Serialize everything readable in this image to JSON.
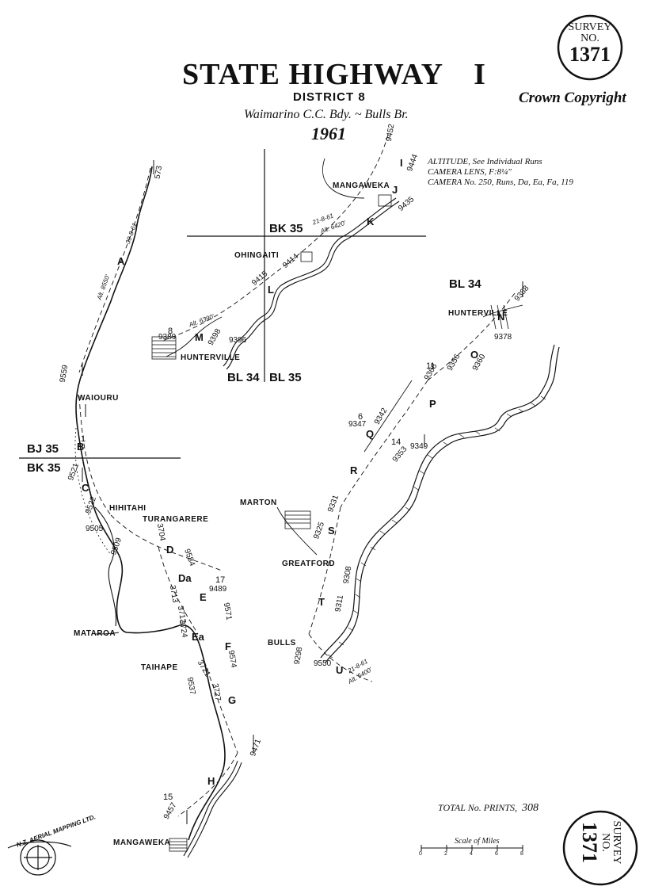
{
  "header": {
    "title": "STATE HIGHWAY",
    "title_number": "I",
    "district": "DISTRICT 8",
    "subtitle": "Waimarino C.C. Bdy. ~ Bulls Br.",
    "year": "1961"
  },
  "copyright": "Crown Copyright",
  "survey_stamp": {
    "word": "SURVEY",
    "abbrev": "NO.",
    "number": "1371"
  },
  "camera_note": {
    "line1": "ALTITUDE, See Individual Runs",
    "line2": "CAMERA LENS, F:8¼\"",
    "line3": "CAMERA No. 250, Runs, Da, Ea, Fa, 119"
  },
  "sheets": {
    "bk35_top": "BK 35",
    "bl34_left": "BL 34",
    "bl35": "BL 35",
    "bl34_right": "BL 34",
    "bj35": "BJ 35",
    "bk35_left": "BK 35"
  },
  "towns": {
    "mangaweka_top": "MANGAWEKA",
    "ohingaiti": "OHINGAITI",
    "hunterville_left": "HUNTERVILLE",
    "hunterville_right": "HUNTERVILLE",
    "waiouru": "WAIOURU",
    "hihitahi": "HIHITAHI",
    "turangarere": "TURANGARERE",
    "marton": "MARTON",
    "greatford": "GREATFORD",
    "mataroa": "MATAROA",
    "taihape": "TAIHAPE",
    "bulls": "BULLS",
    "mangaweka_bottom": "MANGAWEKA"
  },
  "run_letters": {
    "A": "A",
    "B": "B",
    "C": "C",
    "D": "D",
    "Da": "Da",
    "E": "E",
    "Ea": "Ea",
    "F": "F",
    "G": "G",
    "H": "H",
    "I": "I",
    "J": "J",
    "K": "K",
    "L": "L",
    "M": "M",
    "N": "N",
    "O": "O",
    "P": "P",
    "Q": "Q",
    "R": "R",
    "S": "S",
    "T": "T",
    "U": "U"
  },
  "photo_numbers": {
    "n9452": "9452",
    "n9444": "9444",
    "n9435": "9435",
    "n573": "573",
    "n9414": "9414",
    "n9415": "9415",
    "n9389": "9389",
    "n9396": "9396",
    "n9398": "9398",
    "n9388": "9388",
    "n9378": "9378",
    "n9368": "9368",
    "n9356": "9356",
    "n9360": "9360",
    "n9347": "9347",
    "n9342": "9342",
    "n9353": "9353",
    "n9349": "9349",
    "n9559": "9559",
    "n9521": "9521",
    "n9522": "9522",
    "n9505": "9505",
    "n9509": "9509",
    "n3704": "3704",
    "n9584": "9584",
    "n9489": "9489",
    "n3713": "3713",
    "n3712": "3712",
    "n3724": "3724",
    "n9571": "9571",
    "n9574": "9574",
    "n3721": "3721",
    "n3727": "3727",
    "n9537": "9537",
    "n9331": "9331",
    "n9325": "9325",
    "n9308": "9308",
    "n9311": "9311",
    "n9298": "9298",
    "n9550": "9550",
    "n9471": "9471",
    "n9457": "9457",
    "n15": "15",
    "n14": "14",
    "n17": "17",
    "n11": "11",
    "n8": "8",
    "n6": "6",
    "n1": "1"
  },
  "annotations": {
    "a_alt_top": "Alt. 6420'",
    "a_date_top": "21-8-61",
    "a_alt_a": "Alt. 8550'",
    "a_date_a": "30-8-61",
    "a_alt_run_m": "Alt. 6390'",
    "a_date_u": "21-8-61",
    "a_alt_u": "Alt. 5400'"
  },
  "total_prints": {
    "label": "TOTAL No. PRINTS,",
    "value": "308"
  },
  "scale": {
    "label": "Scale of Miles",
    "ticks": [
      "0",
      "2",
      "4",
      "6",
      "8"
    ]
  },
  "logo": {
    "text": "N.Z. AERIAL MAPPING LTD."
  }
}
